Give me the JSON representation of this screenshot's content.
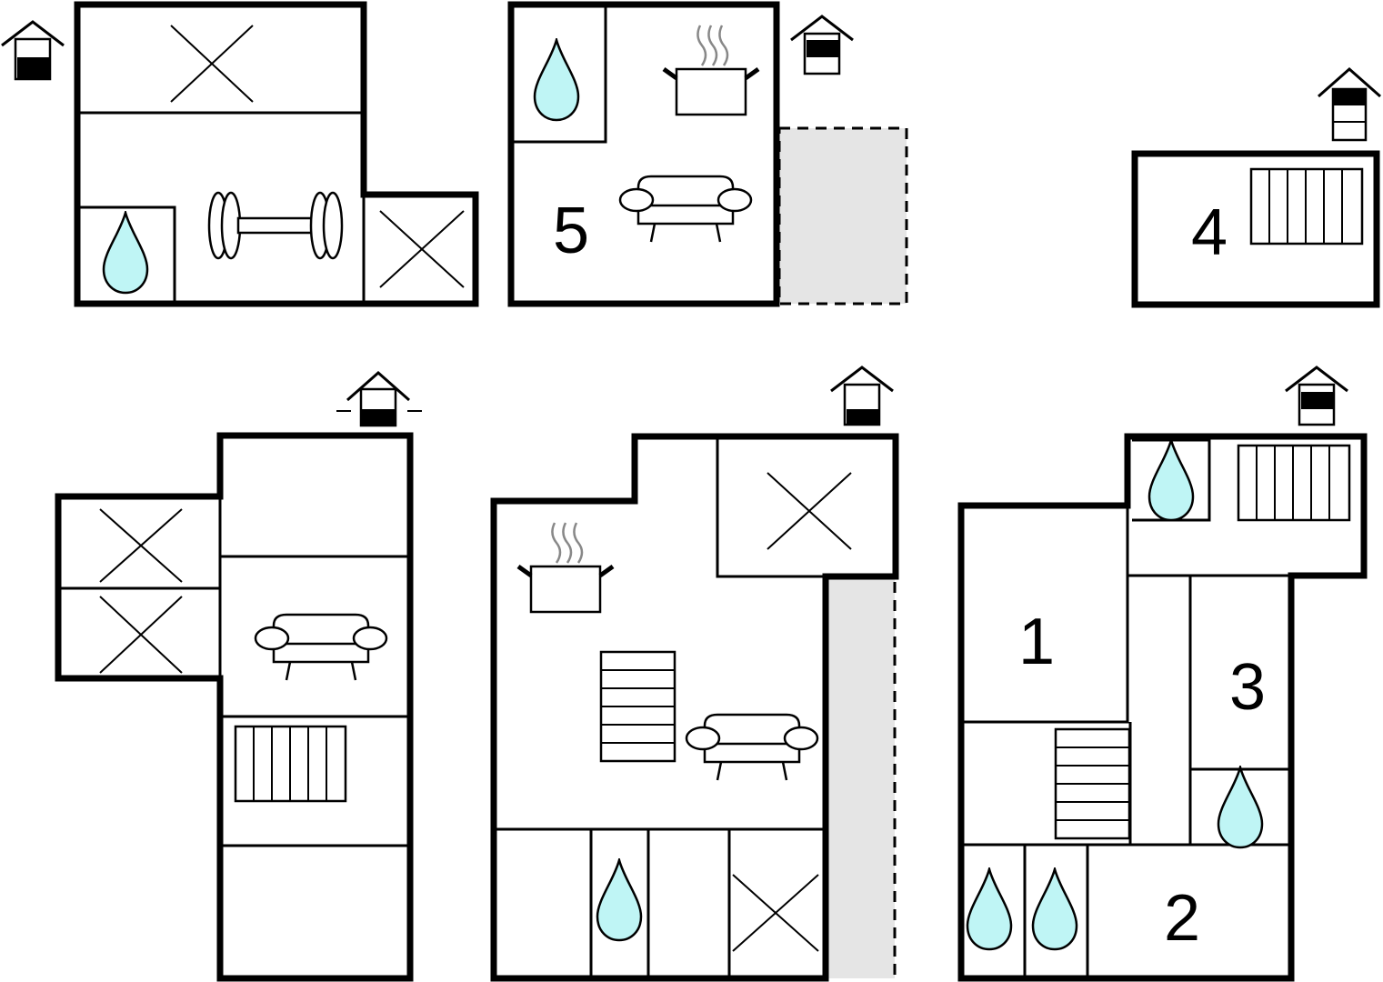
{
  "colors": {
    "wall": "#000000",
    "water": "#bff5f5",
    "terrace": "#e5e5e5",
    "background": "#ffffff"
  },
  "icons": [
    "floor-level-icon",
    "water-drop-icon",
    "bedroom-x-icon",
    "dumbbell-icon",
    "cooking-pot-icon",
    "sofa-icon",
    "radiator-icon",
    "staircase-icon"
  ],
  "rooms": {
    "r1": "1",
    "r2": "2",
    "r3": "3",
    "r4": "4",
    "r5": "5"
  }
}
